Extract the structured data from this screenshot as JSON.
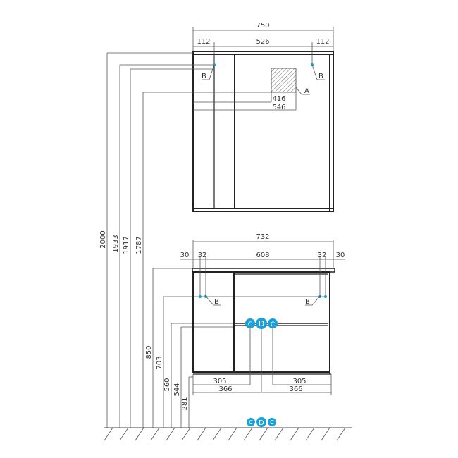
{
  "mirror": {
    "width_total": "750",
    "side_left": "112",
    "middle": "526",
    "side_right": "112",
    "dim_416": "416",
    "dim_546": "546",
    "label_a": "A",
    "label_b": "B"
  },
  "heights": {
    "h2000": "2000",
    "h1933": "1933",
    "h1917": "1917",
    "h1787": "1787"
  },
  "cabinet": {
    "width_total": "732",
    "edge_left": "30",
    "off_left": "32",
    "middle": "608",
    "off_right": "32",
    "edge_right": "30",
    "label_b": "B",
    "h850": "850",
    "h703": "703",
    "h560": "560",
    "h544": "544",
    "h281": "281",
    "dim_305": "305",
    "dim_366": "366"
  },
  "markers": {
    "c": "C",
    "d": "D",
    "color": "#1a9fd6"
  }
}
